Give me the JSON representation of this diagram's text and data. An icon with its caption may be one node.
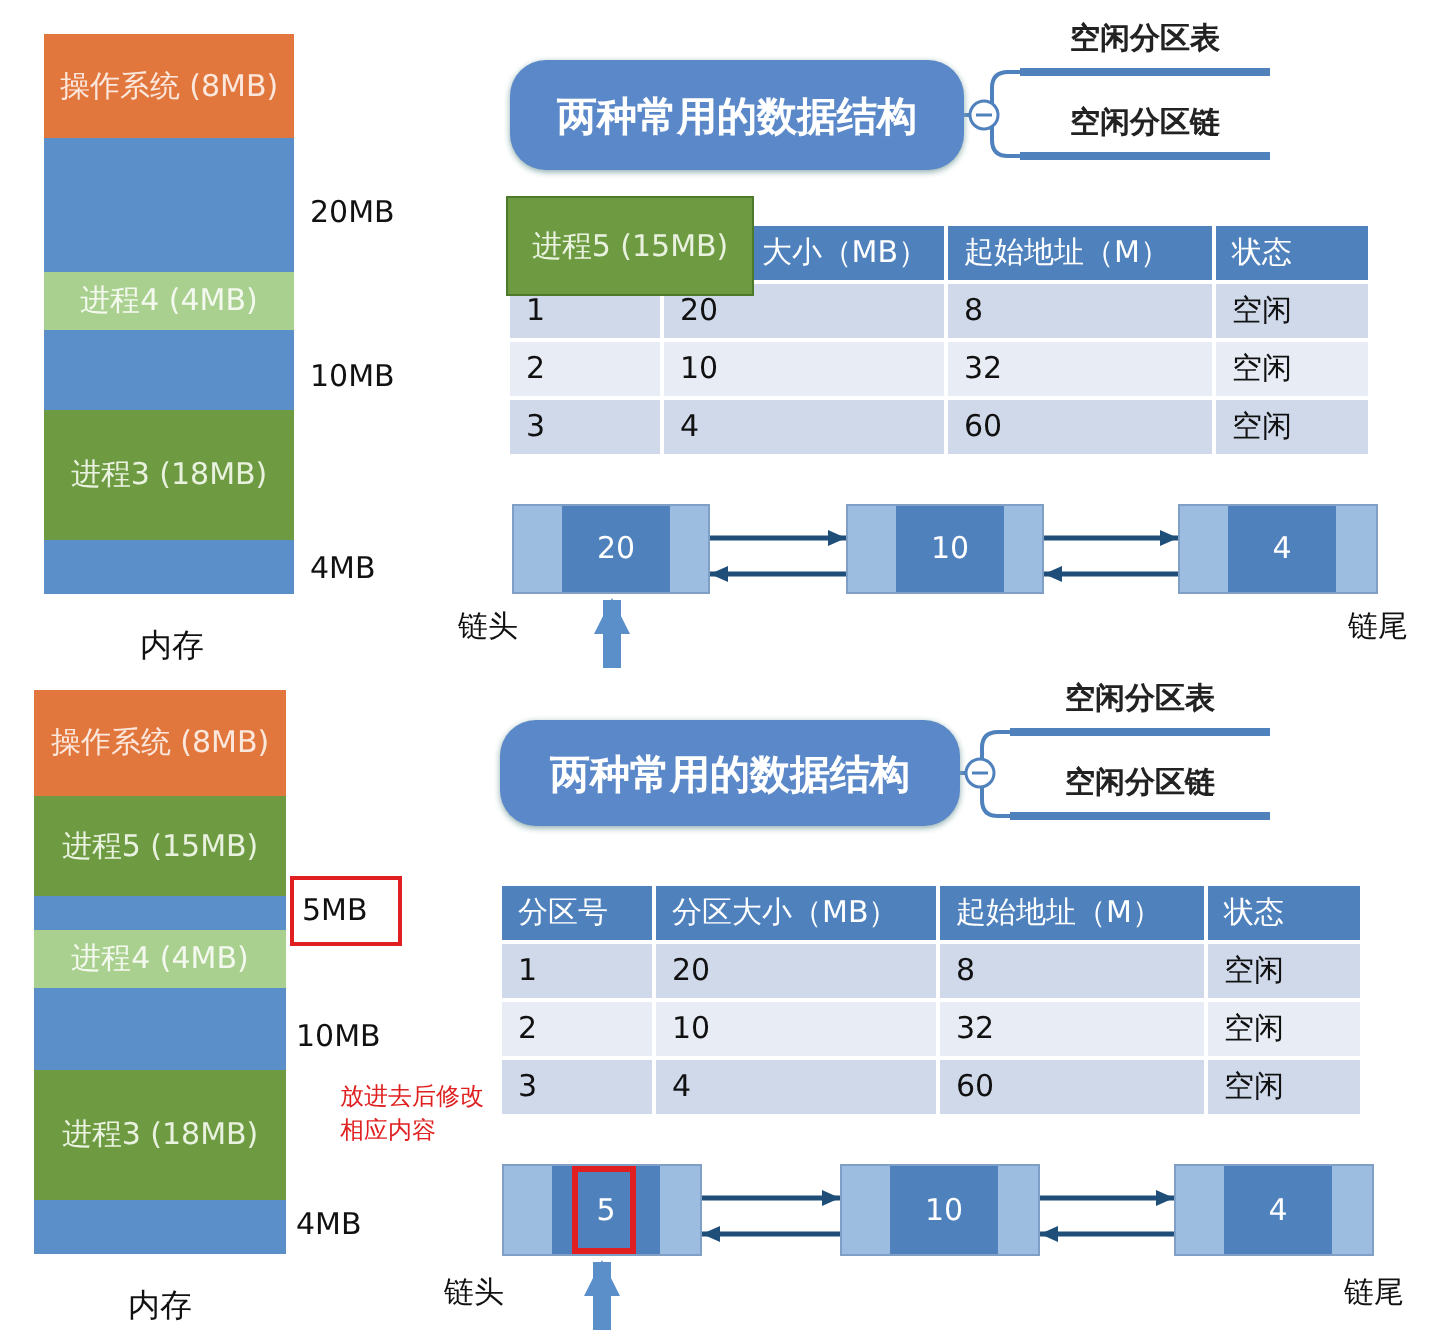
{
  "diagram": {
    "nodes": [
      {
        "text": [
          "操作系统 (8MB)"
        ]
      },
      {
        "text": [],
        "shape": "box",
        "beside": [
          "20MB"
        ]
      },
      {
        "text": [
          "进程4 (4MB)"
        ]
      },
      {
        "text": [],
        "shape": "box",
        "beside": [
          "10MB"
        ]
      },
      {
        "text": [
          "进程3 (18MB)"
        ]
      },
      {
        "text": [],
        "shape": "box",
        "beside": [
          "4MB"
        ]
      },
      {
        "text": [
          "两种常用的数据结构"
        ]
      },
      {
        "text": [
          "空闲分区表"
        ]
      },
      {
        "text": [
          "空闲分区链"
        ]
      },
      {
        "text": [
          "进程5 (15MB)"
        ]
      },
      {
        "text": [
          "20"
        ],
        "beside": [
          "链头"
        ]
      },
      {
        "text": [
          "10"
        ]
      },
      {
        "text": [
          "4"
        ],
        "beside": [
          "链尾"
        ]
      },
      {
        "text": [
          "操作系统 (8MB)"
        ]
      },
      {
        "text": [
          "进程5 (15MB)"
        ]
      },
      {
        "text": [],
        "shape": "box",
        "beside": [
          "5MB"
        ]
      },
      {
        "text": [
          "进程4 (4MB)"
        ]
      },
      {
        "text": [],
        "shape": "box",
        "beside": [
          "10MB"
        ]
      },
      {
        "text": [
          "进程3 (18MB)"
        ]
      },
      {
        "text": [],
        "shape": "box",
        "beside": [
          "4MB"
        ]
      },
      {
        "text": [
          "两种常用的数据结构"
        ]
      },
      {
        "text": [
          "空闲分区表"
        ]
      },
      {
        "text": [
          "空闲分区链"
        ]
      },
      {
        "text": [
          "5"
        ],
        "beside": [
          "链头"
        ]
      },
      {
        "text": [
          "10"
        ]
      },
      {
        "text": [
          "4"
        ],
        "beside": [
          "链尾"
        ]
      }
    ],
    "edges": [
      {
        "from": 6,
        "to": 7,
        "arrow": "none"
      },
      {
        "from": 6,
        "to": 8,
        "arrow": "none"
      },
      {
        "from": 10,
        "to": 11,
        "arrow": "to"
      },
      {
        "from": 11,
        "to": 10,
        "arrow": "to"
      },
      {
        "from": 11,
        "to": 12,
        "arrow": "to"
      },
      {
        "from": 12,
        "to": 11,
        "arrow": "to"
      },
      {
        "from": null,
        "to": 10,
        "arrow": "to",
        "style": "thick",
        "color": "#5b8fc9"
      },
      {
        "from": 20,
        "to": 21,
        "arrow": "none"
      },
      {
        "from": 20,
        "to": 22,
        "arrow": "none"
      },
      {
        "from": 23,
        "to": 24,
        "arrow": "to"
      },
      {
        "from": 24,
        "to": 23,
        "arrow": "to"
      },
      {
        "from": 24,
        "to": 25,
        "arrow": "to"
      },
      {
        "from": 25,
        "to": 24,
        "arrow": "to"
      },
      {
        "from": null,
        "to": 23,
        "arrow": "to",
        "style": "thick",
        "color": "#5b8fc9"
      }
    ],
    "labels": [
      "内存",
      "大小（MB）",
      "起始地址（M）",
      "状态",
      "1",
      "20",
      "8",
      "空闲",
      "2",
      "10",
      "32",
      "空闲",
      "3",
      "4",
      "60",
      "空闲",
      "内存",
      "放进去后修改相应内容",
      "分区号",
      "分区大小（MB）",
      "起始地址（M）",
      "状态",
      "1",
      "20",
      "8",
      "空闲",
      "2",
      "10",
      "32",
      "空闲",
      "3",
      "4",
      "60",
      "空闲"
    ]
  }
}
